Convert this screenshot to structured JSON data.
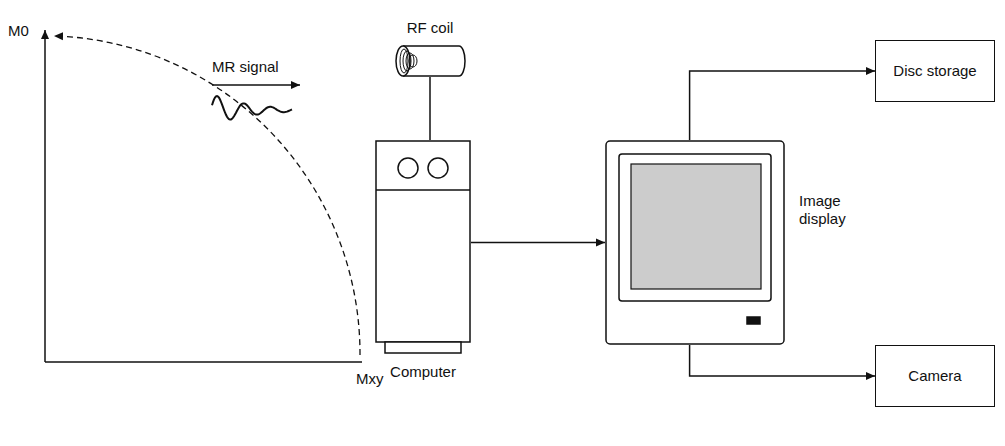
{
  "diagram": {
    "nodes": [
      {
        "text": [
          "RF coil"
        ]
      },
      {
        "text": [
          "Computer"
        ]
      },
      {
        "text": [
          "Image display"
        ]
      },
      {
        "text": [
          "Disc storage"
        ]
      },
      {
        "text": [
          "Camera"
        ]
      }
    ],
    "edges": [
      {
        "from": 0,
        "to": 1,
        "arrow": "none"
      },
      {
        "from": 1,
        "to": 2,
        "arrow": "to"
      },
      {
        "from": 2,
        "to": 3,
        "arrow": "to"
      },
      {
        "from": 2,
        "to": 4,
        "arrow": "to"
      }
    ],
    "labels": [
      "M0",
      "Mxy",
      "MR signal"
    ]
  }
}
